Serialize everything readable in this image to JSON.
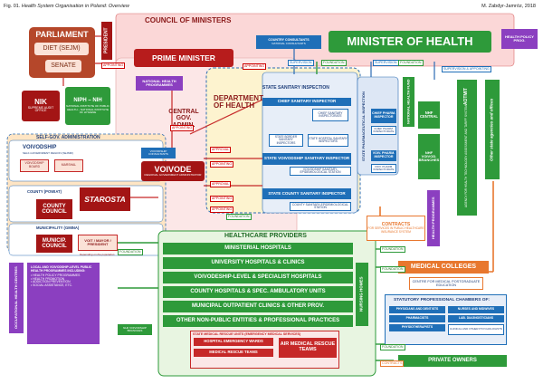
{
  "header": {
    "title_prefix": "Fig. 01.",
    "title": "Health System Organisation in Poland: Overview",
    "author": "M. Zabdyr-Jamróz, 2018"
  },
  "parliament": {
    "title": "PARLIAMENT",
    "diet": "DIET (SEJM)",
    "senate": "SENATE",
    "president": "PRESIDENT"
  },
  "council": {
    "title": "COUNCIL OF MINISTERS",
    "pm": "PRIME MINISTER",
    "moh": "MINISTER OF HEALTH",
    "country_consultants": "COUNTRY CONSULTANTS",
    "country_consult_sub": "NATIONAL CONSULTANTS",
    "nhp": "NATIONAL HEALTH PROGRAMMES",
    "central_gov": "CENTRAL GOV. ADMIN.",
    "dept_health": "DEPARTMENT OF HEALTH",
    "health_policy": "HEALTH POLICY PROG."
  },
  "nik": {
    "title": "NIK",
    "sub": "SUPREME AUDIT OFFICE"
  },
  "niph": {
    "title": "NIPH – NIH",
    "sub": "NATIONAL INSTITUTE OF PUBLIC HEALTH – NATIONAL INSTITUTE OF HYGIENE"
  },
  "sanitary": {
    "state": "STATE SANITARY INSPECTION",
    "chief": "CHIEF SANITARY INSPECTOR",
    "chief_insp": "CHIEF SANITARY INSPECTORATE",
    "state_border": "STATE BORDER SANITARY INSPECTORS",
    "state_hospital": "STATE HOSPITAL SANITARY INSPECTORS",
    "voiv_insp": "STATE VOIVODSHIP SANITARY INSPECTOR",
    "voiv_epi": "VOIVODSHIP SANITARY-EPIDEMIOLOGICAL STATION",
    "county_insp": "STATE COUNTY SANITARY INSPECTOR",
    "county_epi": "COUNTY SANITARY-EPIDEMIOLOGICAL STATION"
  },
  "pharma": {
    "state": "STATE PHARMACEUTICAL INSPECTION",
    "chief": "CHIEF PHARM. INSPECTOR",
    "chief_insp": "CHIEF PHARM. INSPECTORATE",
    "voiv": "VOIV. PHARM. INSPECTOR",
    "voiv_insp": "VOIV. PHARM. INSPECTORATE"
  },
  "nhf": {
    "national": "NATIONAL HEALTH FUND",
    "central": "NHF CENTRAL",
    "voiv": "NHF VOIVOD. BRANCHES",
    "health_prog": "HEALTH PROGRAMMES"
  },
  "aotmit": {
    "title": "AOTMIT",
    "sub": "AGENCY FOR HEALTH TECHNOLOGY ASSESSMENT AND TARIFF SYSTEM"
  },
  "other_agencies": "Other state agencies and offices",
  "self_gov": {
    "title": "SELF-GOV. ADMINISTRATION",
    "voivodship": "VOIVODSHIP",
    "voiv_sub": "SELF-GOVERNMENT REGION (SEJMIK)",
    "voivod": "VOIVODE",
    "voivod_sub": "REGIONAL GOVERNMENT ADMINISTRATOR",
    "county": "COUNTY (POWIAT)",
    "county_council": "COUNTY COUNCIL",
    "starosta": "STAROSTA",
    "municipality": "MUNICIPALITY (GMINA)",
    "munic_council": "MUNICIP. COUNCIL",
    "voit": "VOIT / MAYOR / PRESIDENT",
    "voiv_consult": "VOIVODSHIP CONSULTANTS",
    "voiv_board": "VOIVODSHIP BOARD",
    "marshal": "MARSHAL"
  },
  "contracts": {
    "title": "CONTRACTS",
    "sub": "FOR SERVICES IN PUBLIC HEALTHCARE INSURANCE SYSTEM"
  },
  "providers": {
    "title": "HEALTHCARE PROVIDERS",
    "items": [
      "MINISTERIAL HOSPITALS",
      "UNIVERSITY HOSPITALS & CLINICS",
      "VOIVODESHIP-LEVEL & SPECIALIST HOSPITALS",
      "COUNTY HOSPITALS & SPEC. AMBULATORY UNITS",
      "MUNICIPAL OUTPATIENT CLINICS & OTHER PROV.",
      "OTHER NON-PUBLIC ENTITIES & PROFESSIONAL PRACTICES"
    ],
    "ems": "STATE MEDICAL RESCUE UNITS (EMERGENCY MEDICAL SERVICES)",
    "hospital_er": "HOSPITAL EMERGENCY WARDS",
    "rescue_teams": "MEDICAL RESCUE TEAMS",
    "air_rescue": "AIR MEDICAL RESCUE TEAMS",
    "nursing": "NURSING HOMES",
    "nfz_branches": "NHF VOIVODSHIP BRANCHES",
    "contracts_label": "CONTRACTS"
  },
  "medical_colleges": "MEDICAL COLLEGES",
  "postgrad": "CENTRE FOR MEDICAL POSTGRADUATE EDUCATION",
  "chambers": {
    "title": "STATUTORY PROFESSIONAL CHAMBERS OF:",
    "items": [
      "PHYSICIANS AND DENTISTS",
      "NURSES AND MIDWIVES",
      "PHARMACISTS",
      "LAB. DIAGNOSTICIANS",
      "PHYSIOTHERAPISTS",
      "CLINICAL AND OTHER PSYCHOLOGISTS"
    ]
  },
  "private_owners": "PRIVATE OWNERS",
  "occupational": "OCCUPATIONAL HEALTH CENTRES",
  "local_programmes": [
    "LOCAL AND VOIVODSHIP-LEVEL PUBLIC HEALTH PROGRAMMES INCLUDING:",
    "HEALTH POLICY PROGRAMMES",
    "HEALTH PROMOTION",
    "ADDICTION PREVENTION",
    "SOCIAL ASSISTANCE, ETC."
  ],
  "labels": {
    "appointing": "APPOINTING",
    "supervision": "SUPERVISION",
    "foundation": "FOUNDATION",
    "supervision_appointing": "SUPERVISION & APPOINTING",
    "appoint": "APPOINT",
    "approval": "APPROVAL",
    "electing": "ELECTING",
    "depending_prov": "Depending on the population"
  }
}
